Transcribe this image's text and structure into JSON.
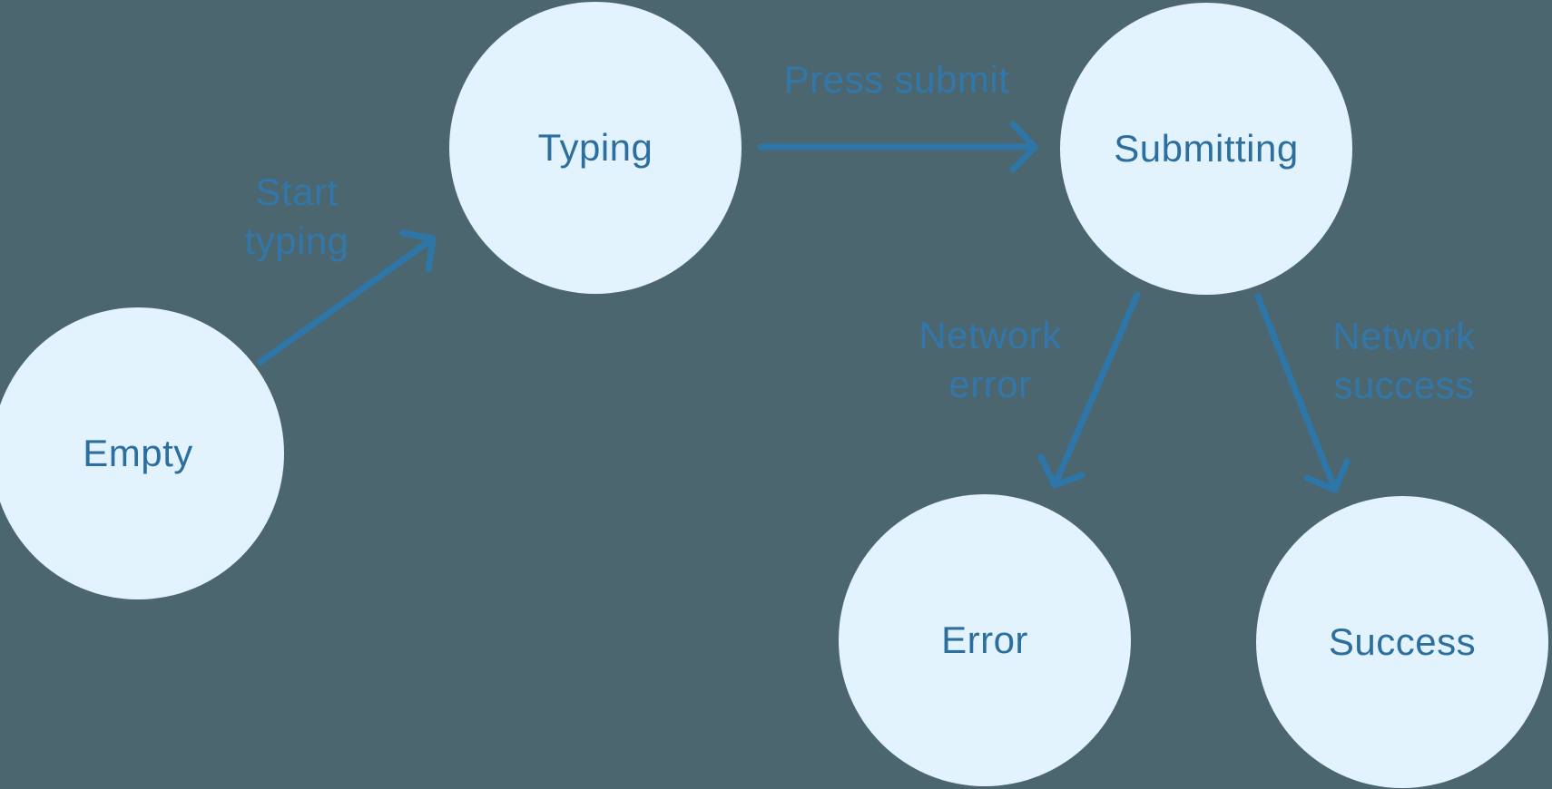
{
  "diagram": {
    "type": "state-machine",
    "background_color": "#4c6670",
    "node_fill_color": "#e3f3fd",
    "node_text_color": "#2c6f9e",
    "edge_label_color": "#3277a9",
    "arrow_color": "#2e76a8",
    "nodes": [
      {
        "id": "empty",
        "label": "Empty"
      },
      {
        "id": "typing",
        "label": "Typing"
      },
      {
        "id": "submitting",
        "label": "Submitting"
      },
      {
        "id": "error",
        "label": "Error"
      },
      {
        "id": "success",
        "label": "Success"
      }
    ],
    "edges": [
      {
        "from": "empty",
        "to": "typing",
        "label": "Start typing",
        "label_lines": [
          "Start",
          "typing"
        ]
      },
      {
        "from": "typing",
        "to": "submitting",
        "label": "Press submit",
        "label_lines": [
          "Press submit"
        ]
      },
      {
        "from": "submitting",
        "to": "error",
        "label": "Network error",
        "label_lines": [
          "Network",
          "error"
        ]
      },
      {
        "from": "submitting",
        "to": "success",
        "label": "Network success",
        "label_lines": [
          "Network",
          "success"
        ]
      }
    ]
  }
}
